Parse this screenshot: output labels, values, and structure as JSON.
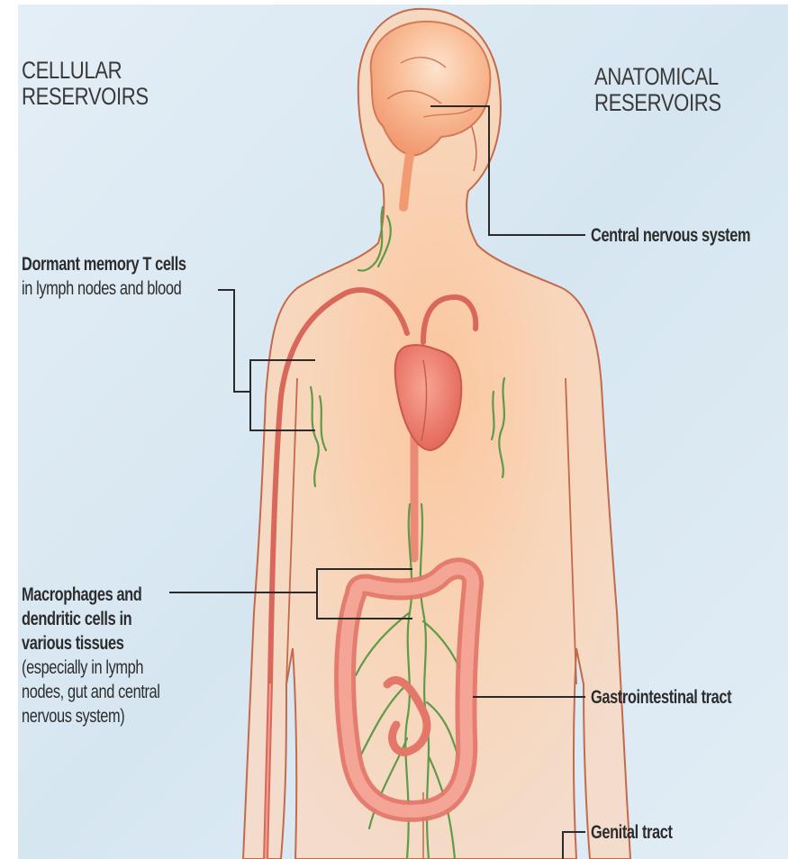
{
  "headings": {
    "cellular": [
      "CELLULAR",
      "RESERVOIRS"
    ],
    "anatomical": [
      "ANATOMICAL",
      "RESERVOIRS"
    ]
  },
  "labels": {
    "cns": "Central nervous system",
    "t_cells_title": "Dormant memory T cells",
    "t_cells_sub": "in lymph nodes and blood",
    "macrophages_title": [
      "Macrophages and",
      "dendritic cells in",
      "various tissues"
    ],
    "macrophages_sub": [
      "(especially in lymph",
      "nodes, gut and central",
      "nervous system)"
    ],
    "gi": "Gastrointestinal tract",
    "genital": "Genital tract"
  },
  "colors": {
    "background": "#dbe9f3",
    "skin": "#f6d3b2",
    "outline": "#c46a4c",
    "organ": "#ef8a78",
    "brain": "#f7b690",
    "lymph": "#5f9a48",
    "leader_line": "#2b2b2b"
  }
}
